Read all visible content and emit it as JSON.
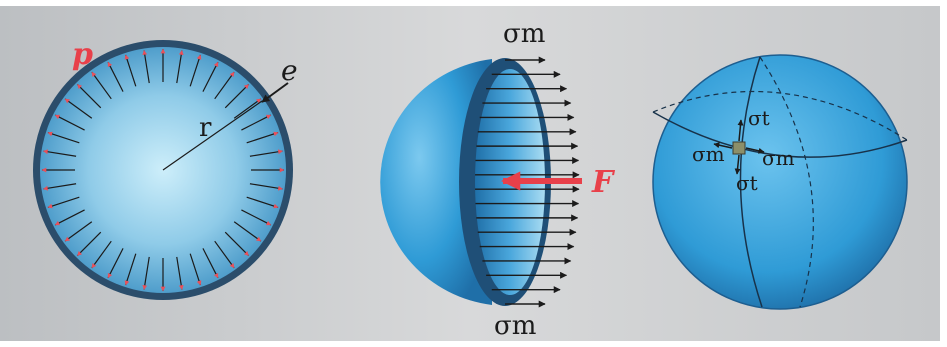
{
  "colors": {
    "background_gray": "#c9cbcc",
    "sphere_blue": "#2f9bd6",
    "sphere_dark": "#1f6fa8",
    "sphere_light": "#bfe6f6",
    "rim": "#2b4d6b",
    "pressure_red": "#e8505a",
    "arrow_black": "#1b1b1b",
    "force_red": "#e8404a"
  },
  "figure1": {
    "pressure_label": "p",
    "radius_label": "r",
    "thickness_label": "e",
    "icons": [
      "pressure-arrow-icon",
      "radius-line-icon",
      "thickness-arrow-icon"
    ]
  },
  "figure2": {
    "stress_top_label": "σm",
    "stress_bottom_label": "σm",
    "force_label": "F",
    "icons": [
      "stress-arrow-icon",
      "force-arrow-icon"
    ]
  },
  "figure3": {
    "stress_t_top_label": "σt",
    "stress_t_bottom_label": "σt",
    "stress_m_left_label": "σm",
    "stress_m_right_label": "σm",
    "icons": [
      "element-square-icon"
    ]
  }
}
